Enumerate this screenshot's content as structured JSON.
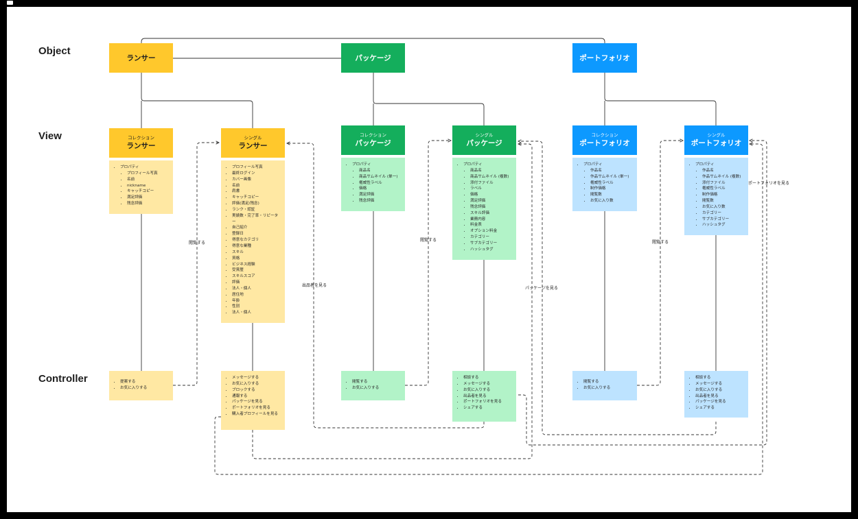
{
  "rows": {
    "object": "Object",
    "view": "View",
    "controller": "Controller"
  },
  "objects": {
    "lancer": "ランサー",
    "package": "パッケージ",
    "portfolio": "ポートフォリオ"
  },
  "views": {
    "lancer_collection": {
      "sub": "コレクション",
      "title": "ランサー",
      "parent": "プロパティ",
      "items": [
        "プロフィール写真",
        "名前",
        "nickname",
        "キャッチコピー",
        "満足評価",
        "残念評価"
      ]
    },
    "lancer_single": {
      "sub": "シングル",
      "title": "ランサー",
      "items": [
        "プロフィール写真",
        "最終ログイン",
        "カバー画像",
        "名前",
        "肩書",
        "キャッチコピー",
        "評価(満足/残念)",
        "ランク・認証",
        "実績数・完了率・リピーター",
        "自己紹介",
        "登録日",
        "得意なカテゴリ",
        "得意な業種",
        "スキル",
        "資格",
        "ビジネス経験",
        "受賞歴",
        "スキルスコア",
        "評価",
        "法人・個人",
        "居住地",
        "年齢",
        "性別",
        "法人・個人"
      ]
    },
    "package_collection": {
      "sub": "コレクション",
      "title": "パッケージ",
      "parent": "プロパティ",
      "items": [
        "商品名",
        "商品サムネイル (単一)",
        "権威性ラベル",
        "価格",
        "満足評価",
        "残念評価"
      ]
    },
    "package_single": {
      "sub": "シングル",
      "title": "パッケージ",
      "parent": "プロパティ",
      "items": [
        "商品名",
        "商品サムネイル (複数)",
        "添付ファイル",
        "ラベル",
        "価格",
        "満足評価",
        "残念評価",
        "スキル評価",
        "業務内容",
        "料金表",
        "オプション料金",
        "カテゴリー",
        "サブカテゴリー",
        "ハッシュタグ"
      ]
    },
    "portfolio_collection": {
      "sub": "コレクション",
      "title": "ポートフォリオ",
      "parent": "プロパティ",
      "items": [
        "作品名",
        "作品サムネイル (単一)",
        "権威性ラベル",
        "制作価格",
        "閲覧数",
        "お気に入り数"
      ]
    },
    "portfolio_single": {
      "sub": "シングル",
      "title": "ポートフォリオ",
      "parent": "プロパティ",
      "items": [
        "作品名",
        "作品サムネイル (複数)",
        "添付ファイル",
        "権威性ラベル",
        "制作価格",
        "閲覧数",
        "お気に入り数",
        "カテゴリー",
        "サブカテゴリー",
        "ハッシュタグ"
      ]
    }
  },
  "controllers": {
    "lancer_collection": [
      "提案する",
      "お気に入りする"
    ],
    "lancer_single": [
      "メッセージする",
      "お気に入りする",
      "ブロックする",
      "通報する",
      "パッケージを見る",
      "ポートフォリオを見る",
      "購入者プロフィールを見る"
    ],
    "package_collection": [
      "閲覧する",
      "お気に入りする"
    ],
    "package_single": [
      "相談する",
      "メッセージする",
      "お気に入りする",
      "出品者を見る",
      "ポートフォリオを見る",
      "シェアする"
    ],
    "portfolio_collection": [
      "閲覧する",
      "お気に入りする"
    ],
    "portfolio_single": [
      "相談する",
      "メッセージする",
      "お気に入りする",
      "出品者を見る",
      "パッケージを見る",
      "シェアする"
    ]
  },
  "edges": {
    "browse_1": "閲覧する",
    "browse_2": "閲覧する",
    "browse_3": "閲覧する",
    "see_seller": "出品者を見る",
    "see_package": "パッケージを見る",
    "see_portfolio": "ポートフォリオを見る"
  },
  "colors": {
    "yellow_header": "#ffc82c",
    "yellow_body": "#ffe8a3",
    "green_header": "#14ae5c",
    "green_body": "#b2f3c8",
    "blue_header": "#0d99ff",
    "blue_body": "#bde3ff"
  }
}
